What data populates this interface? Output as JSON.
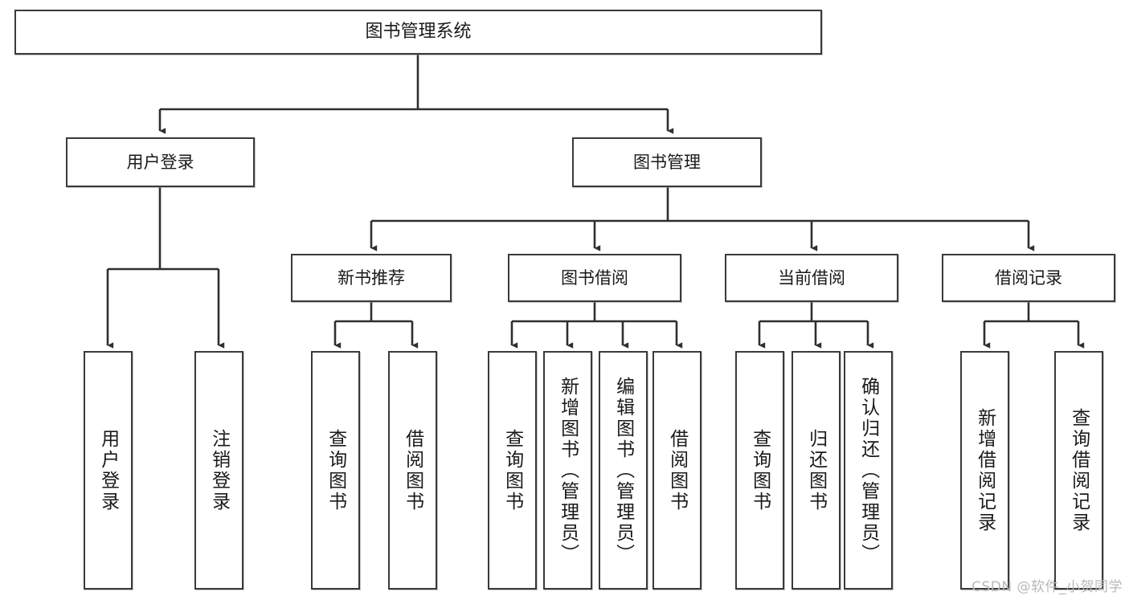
{
  "diagram": {
    "type": "tree",
    "title": "图书管理系统",
    "colors": {
      "node_border": "#3a3a3a",
      "node_fill": "#ffffff",
      "edge": "#2f2f2f",
      "text": "#1a1a1a",
      "watermark": "#b9b9b9",
      "background": "#ffffff"
    },
    "root": {
      "label": "图书管理系统"
    },
    "level2": [
      {
        "label": "用户登录"
      },
      {
        "label": "图书管理"
      }
    ],
    "level3": [
      {
        "label": "新书推荐"
      },
      {
        "label": "图书借阅"
      },
      {
        "label": "当前借阅"
      },
      {
        "label": "借阅记录"
      }
    ],
    "leaves": {
      "user_login": [
        {
          "label": "用户登录"
        },
        {
          "label": "注销登录"
        }
      ],
      "new_book_recommend": [
        {
          "label": "查询图书"
        },
        {
          "label": "借阅图书"
        }
      ],
      "book_borrow": [
        {
          "label": "查询图书"
        },
        {
          "label": "新增图书（管理员）"
        },
        {
          "label": "编辑图书（管理员）"
        },
        {
          "label": "借阅图书"
        }
      ],
      "current_borrow": [
        {
          "label": "查询图书"
        },
        {
          "label": "归还图书"
        },
        {
          "label": "确认归还（管理员）"
        }
      ],
      "borrow_record": [
        {
          "label": "新增借阅记录"
        },
        {
          "label": "查询借阅记录"
        }
      ]
    }
  },
  "watermark": {
    "text": "CSDN @软件_小贺同学"
  }
}
